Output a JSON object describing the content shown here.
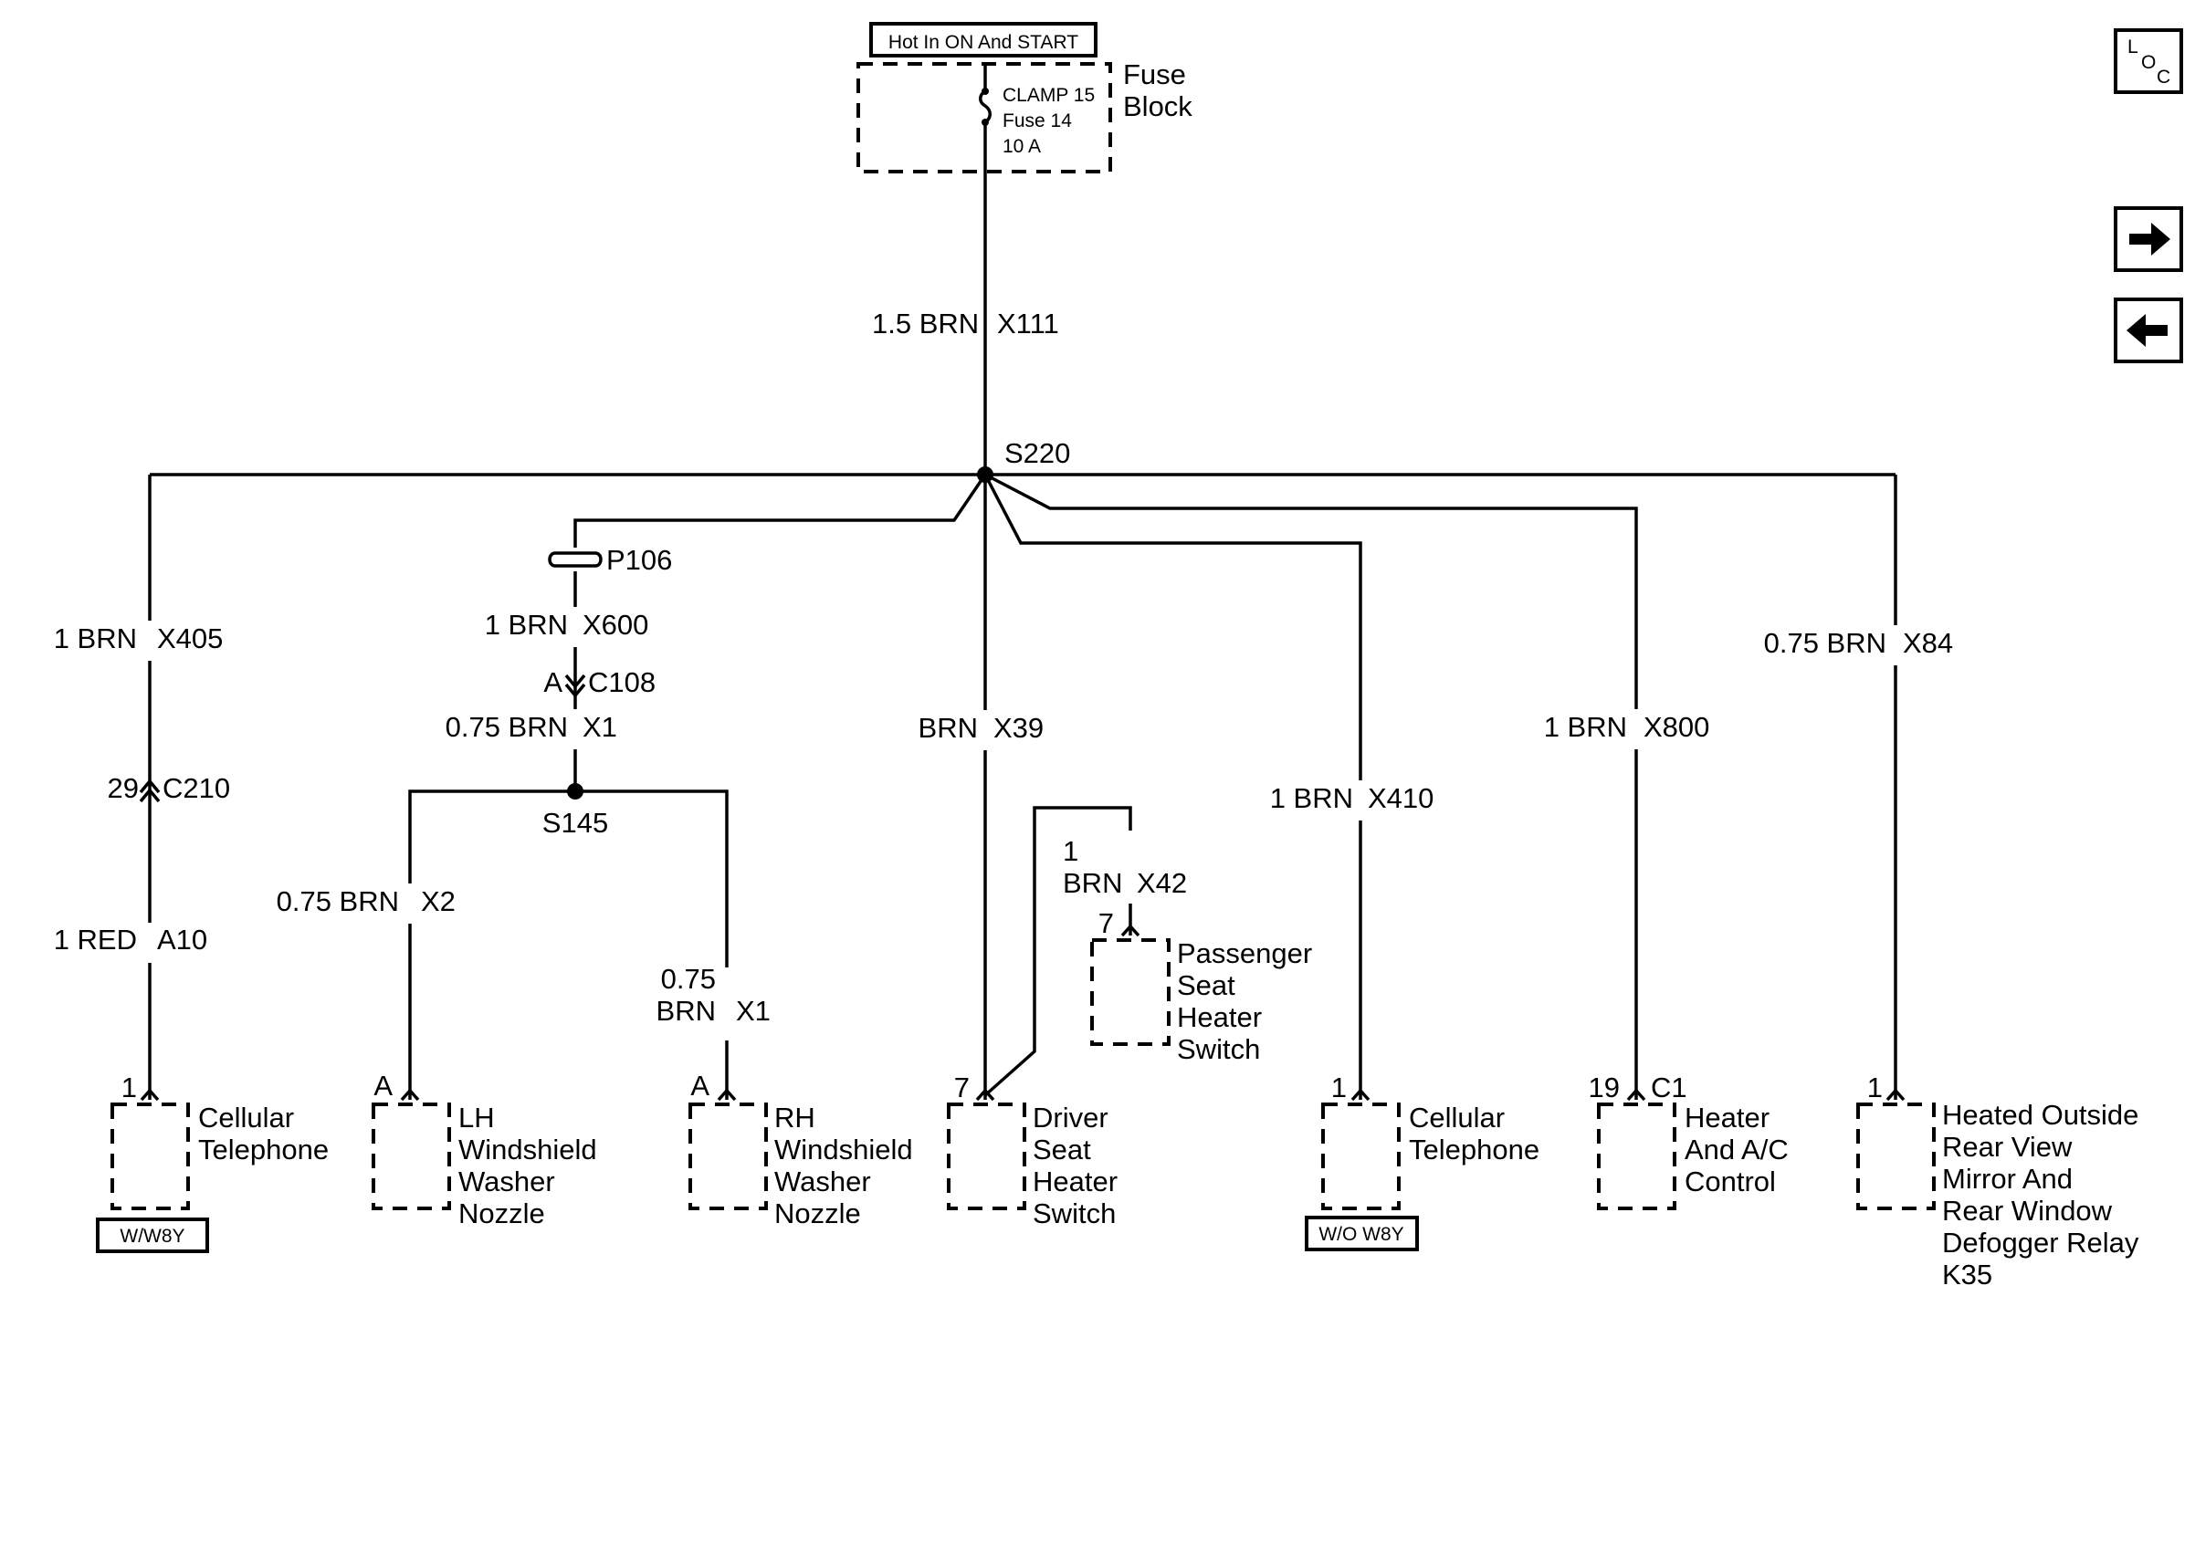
{
  "fuse": {
    "hot_label": "Hot In ON And START",
    "line1": "CLAMP 15",
    "line2": "Fuse 14",
    "line3": "10 A",
    "block_line1": "Fuse",
    "block_line2": "Block"
  },
  "nav": {
    "loc_l": "L",
    "loc_o": "O",
    "loc_c": "C",
    "forward_icon": "arrow-right-icon",
    "back_icon": "arrow-left-icon"
  },
  "wires": {
    "main_size": "1.5 BRN",
    "main_circuit": "X111",
    "splice_main": "S220",
    "x405_size": "1 BRN",
    "x405_circuit": "X405",
    "c210_pin": "29",
    "c210_conn": "C210",
    "a10_size": "1 RED",
    "a10_circuit": "A10",
    "p106": "P106",
    "x600_size": "1 BRN",
    "x600_circuit": "X600",
    "c108_pin": "A",
    "c108_conn": "C108",
    "x1_size": "0.75 BRN",
    "x1_circuit": "X1",
    "splice_s145": "S145",
    "x2_size": "0.75 BRN",
    "x2_circuit": "X2",
    "x1b_size_l1": "0.75",
    "x1b_size_l2": "BRN",
    "x1b_circuit": "X1",
    "x39_size": "BRN",
    "x39_circuit": "X39",
    "x42_l1": "1",
    "x42_l2": "BRN",
    "x42_circuit": "X42",
    "x410_size": "1 BRN",
    "x410_circuit": "X410",
    "x800_size": "1 BRN",
    "x800_circuit": "X800",
    "x84_size": "0.75 BRN",
    "x84_circuit": "X84"
  },
  "components": {
    "cell1": {
      "pin": "1",
      "lines": [
        "Cellular",
        "Telephone"
      ],
      "option": "W/W8Y"
    },
    "lh_washer": {
      "pin": "A",
      "lines": [
        "LH",
        "Windshield",
        "Washer",
        "Nozzle"
      ]
    },
    "rh_washer": {
      "pin": "A",
      "lines": [
        "RH",
        "Windshield",
        "Washer",
        "Nozzle"
      ]
    },
    "driver_seat": {
      "pin": "7",
      "lines": [
        "Driver",
        "Seat",
        "Heater",
        "Switch"
      ]
    },
    "pass_seat": {
      "pin": "7",
      "lines": [
        "Passenger",
        "Seat",
        "Heater",
        "Switch"
      ]
    },
    "cell2": {
      "pin": "1",
      "lines": [
        "Cellular",
        "Telephone"
      ],
      "option": "W/O W8Y"
    },
    "hvac": {
      "pin": "19",
      "conn": "C1",
      "lines": [
        "Heater",
        "And A/C",
        "Control"
      ]
    },
    "relay": {
      "pin": "1",
      "lines": [
        "Heated Outside",
        "Rear View",
        "Mirror And",
        "Rear Window",
        "Defogger Relay",
        "K35"
      ]
    }
  }
}
